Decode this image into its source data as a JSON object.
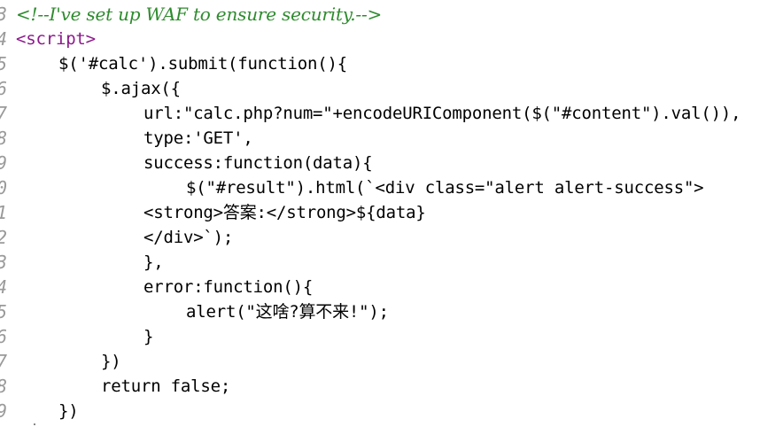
{
  "line_numbers": [
    "3",
    "4",
    "5",
    "6",
    "7",
    "8",
    "9",
    "0",
    "1",
    "2",
    "3",
    "4",
    "5",
    "6",
    "7",
    "8",
    "9"
  ],
  "code": {
    "lines": [
      {
        "text": "<!--I've set up WAF to ensure security.-->",
        "kind": "comment",
        "indent": 0
      },
      {
        "text": "<script>",
        "kind": "tag",
        "indent": 0
      },
      {
        "text": "$('#calc').submit(function(){",
        "kind": "plain",
        "indent": 1
      },
      {
        "text": "$.ajax({",
        "kind": "plain",
        "indent": 2
      },
      {
        "text": "url:\"calc.php?num=\"+encodeURIComponent($(\"#content\").val()),",
        "kind": "plain",
        "indent": 3
      },
      {
        "text": "type:'GET',",
        "kind": "plain",
        "indent": 3
      },
      {
        "text": "success:function(data){",
        "kind": "plain",
        "indent": 3
      },
      {
        "text": "$(\"#result\").html(`<div class=\"alert alert-success\">",
        "kind": "plain",
        "indent": 4
      },
      {
        "text": "<strong>答案:</strong>${data}",
        "kind": "plain",
        "indent": 3
      },
      {
        "text": "</div>`);",
        "kind": "plain",
        "indent": 3
      },
      {
        "text": "},",
        "kind": "plain",
        "indent": 3
      },
      {
        "text": "error:function(){",
        "kind": "plain",
        "indent": 3
      },
      {
        "text": "alert(\"这啥?算不来!\");",
        "kind": "plain",
        "indent": 4
      },
      {
        "text": "}",
        "kind": "plain",
        "indent": 3
      },
      {
        "text": "})",
        "kind": "plain",
        "indent": 2
      },
      {
        "text": "return false;",
        "kind": "plain",
        "indent": 2
      },
      {
        "text": "})",
        "kind": "plain",
        "indent": 1
      }
    ]
  },
  "colors": {
    "comment": "#2e8b2e",
    "tag": "#8b1a8b",
    "text": "#000000",
    "line_number": "#9a9a9a",
    "background": "#ffffff"
  }
}
